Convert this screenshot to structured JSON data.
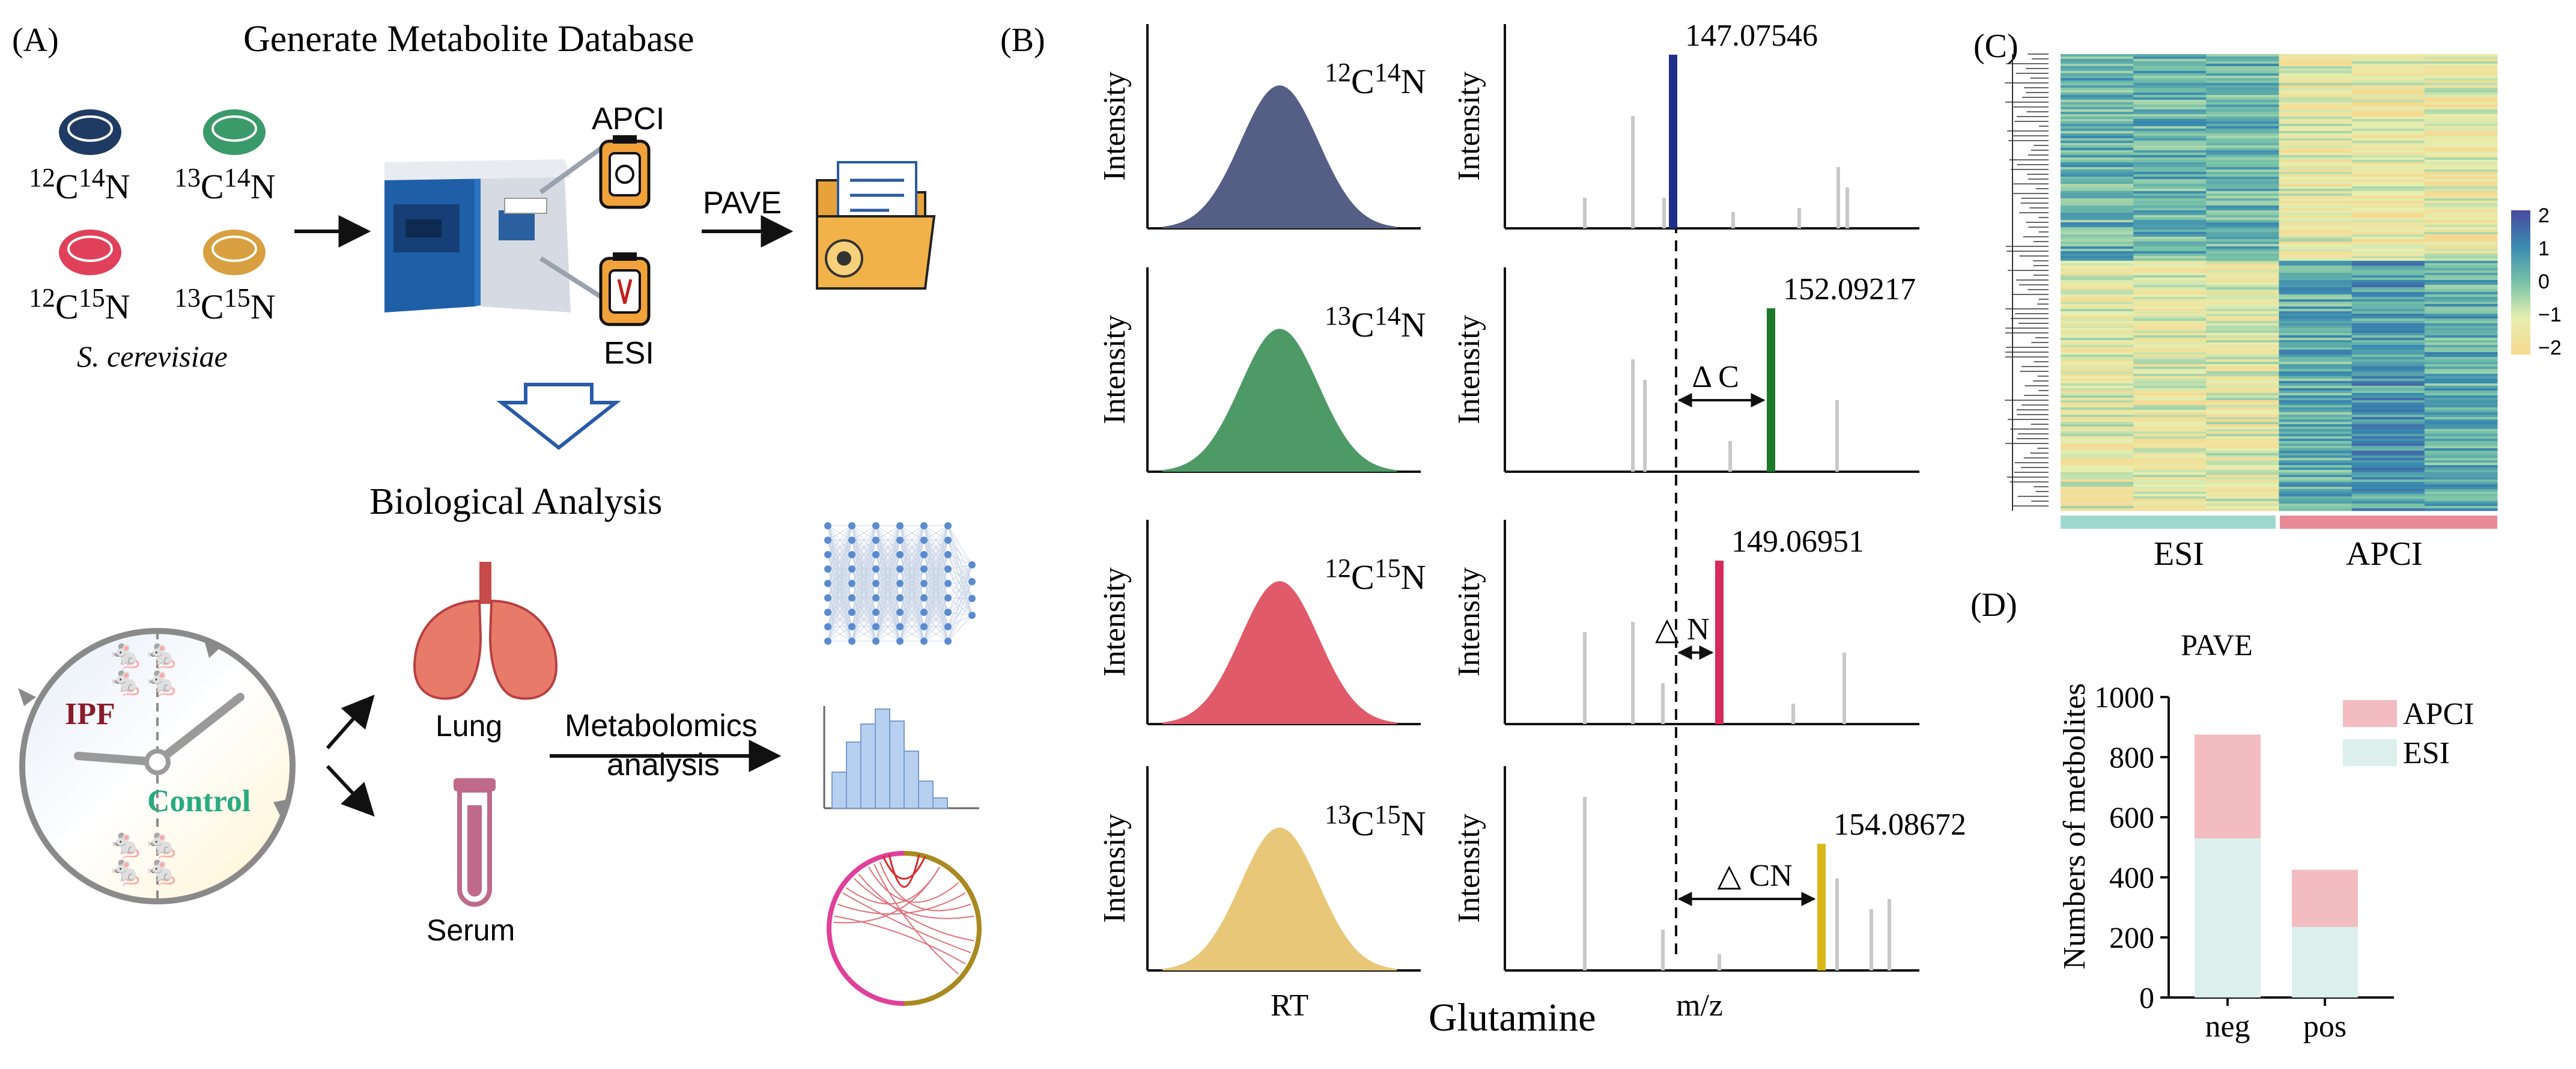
{
  "panel_labels": {
    "a": "(A)",
    "b": "(B)",
    "c": "(C)",
    "d": "(D)"
  },
  "panelA": {
    "title": "Generate Metabolite Database",
    "strains": [
      {
        "iso_c": "12",
        "el_c": "C",
        "iso_n": "14",
        "el_n": "N",
        "color": "#1f3b63"
      },
      {
        "iso_c": "13",
        "el_c": "C",
        "iso_n": "14",
        "el_n": "N",
        "color": "#3a9a6a"
      },
      {
        "iso_c": "12",
        "el_c": "C",
        "iso_n": "15",
        "el_n": "N",
        "color": "#e0405a"
      },
      {
        "iso_c": "13",
        "el_c": "C",
        "iso_n": "15",
        "el_n": "N",
        "color": "#d8a040"
      }
    ],
    "organism": "S. cerevisiae",
    "apci": "APCI",
    "esi": "ESI",
    "pave": "PAVE",
    "bio_title": "Biological Analysis",
    "ipf": "IPF",
    "control": "Control",
    "lung": "Lung",
    "serum": "Serum",
    "metabolomics_line1": "Metabolomics",
    "metabolomics_line2": "analysis"
  },
  "panelB": {
    "y_label": "Intensity",
    "rt_label": "RT",
    "mz_label": "m/z",
    "compound": "Glutamine",
    "rows": [
      {
        "iso_c": "12",
        "el_c": "C",
        "iso_n": "14",
        "el_n": "N",
        "peak_color": "#555e85",
        "mz": "147.07546",
        "bar_color": "#1f2f8a",
        "delta": ""
      },
      {
        "iso_c": "13",
        "el_c": "C",
        "iso_n": "14",
        "el_n": "N",
        "peak_color": "#4e9a66",
        "mz": "152.09217",
        "bar_color": "#1d7a2a",
        "delta": "Δ C"
      },
      {
        "iso_c": "12",
        "el_c": "C",
        "iso_n": "15",
        "el_n": "N",
        "peak_color": "#e05a6a",
        "mz": "149.06951",
        "bar_color": "#d82a5a",
        "delta": "△ N"
      },
      {
        "iso_c": "13",
        "el_c": "C",
        "iso_n": "15",
        "el_n": "N",
        "peak_color": "#e8c878",
        "mz": "154.08672",
        "bar_color": "#d8b818",
        "delta": "△ CN"
      }
    ]
  },
  "panelC": {
    "colorbar_ticks": [
      "2",
      "1",
      "0",
      "−1",
      "−2"
    ],
    "colorbar_range": [
      -2,
      2
    ],
    "col_labels": [
      "ESI",
      "APCI"
    ],
    "esi_color": "#9ed8d0",
    "apci_color": "#e88a96"
  },
  "panelD": {
    "chart_data": {
      "type": "bar",
      "stacked": true,
      "title": "PAVE",
      "ylabel": "Numbers of metbolites",
      "xlabel": "",
      "categories": [
        "neg",
        "pos"
      ],
      "series": [
        {
          "name": "ESI",
          "values": [
            530,
            235
          ],
          "color": "#dcefec"
        },
        {
          "name": "APCI",
          "values": [
            345,
            190
          ],
          "color": "#f2bcc0"
        }
      ],
      "ylim": [
        0,
        1000
      ],
      "yticks": [
        "0",
        "200",
        "400",
        "600",
        "800",
        "1000"
      ],
      "legend": "top-right",
      "grid": false
    }
  }
}
